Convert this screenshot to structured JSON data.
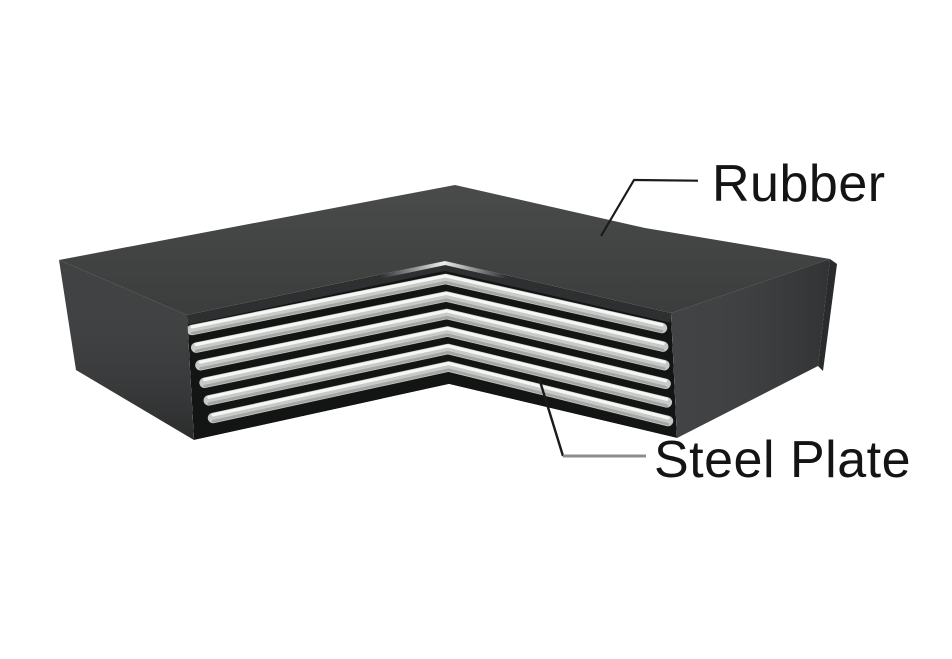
{
  "figure": {
    "annotations": [
      {
        "label": "Rubber"
      },
      {
        "label": "Steel Plate"
      }
    ],
    "steel_plate_count": 6,
    "colors": {
      "background": "#ffffff",
      "rubber_top_face": "#3e403f",
      "rubber_left_face": "#343536",
      "rubber_right_face": "#38393b",
      "rubber_right_edge": "#2a2b2d",
      "rubber_core": "#131414",
      "rubber_bevel": "#2e2f30",
      "steel_plate_body": "#c8cac8",
      "steel_plate_highlight": "#f6f6f4",
      "steel_plate_shadow": "#a4a6a4",
      "leader_line": "#1a1a1a",
      "leader_line_secondary": "#8d8d8d",
      "label_text": "#141414"
    }
  }
}
